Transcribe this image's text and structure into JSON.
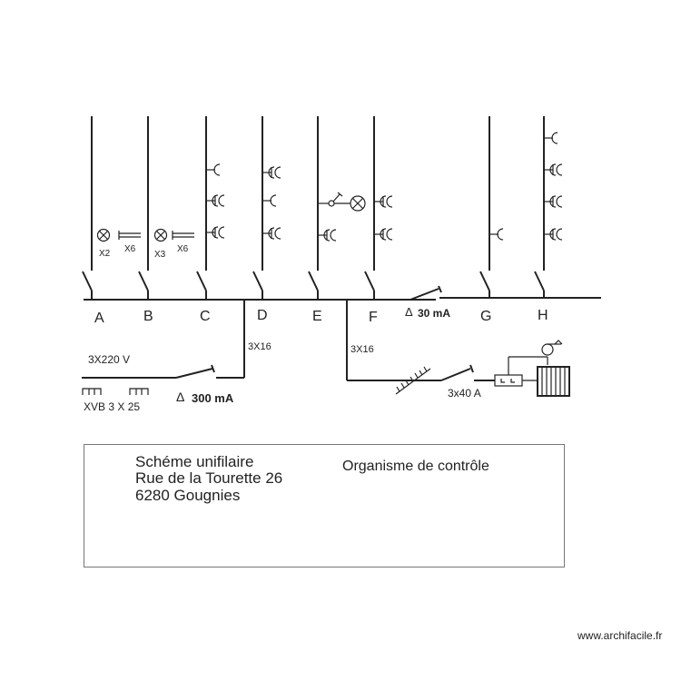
{
  "circuits": [
    {
      "label": "A"
    },
    {
      "label": "B"
    },
    {
      "label": "C"
    },
    {
      "label": "D"
    },
    {
      "label": "E"
    },
    {
      "label": "F"
    },
    {
      "label": "G"
    },
    {
      "label": "H"
    }
  ],
  "rcd_30": "30 mA",
  "rcd_300": "300 mA",
  "delta": "Δ",
  "supply_voltage": "3X220 V",
  "main_cable": "XVB 3 X 25",
  "feed_cable_left": "3X16",
  "feed_cable_right": "3X16",
  "breaker_rating": "3x40 A",
  "lamp_counts": {
    "a_lamps": "X2",
    "a_tubes": "X6",
    "b_lamps": "X3",
    "b_tubes": "X6"
  },
  "title_block": {
    "line1": "Schéme unifilaire",
    "line2": "Rue de la Tourette 26",
    "line3": "6280 Gougnies",
    "control": "Organisme de contrôle"
  },
  "watermark": "www.archifacile.fr"
}
